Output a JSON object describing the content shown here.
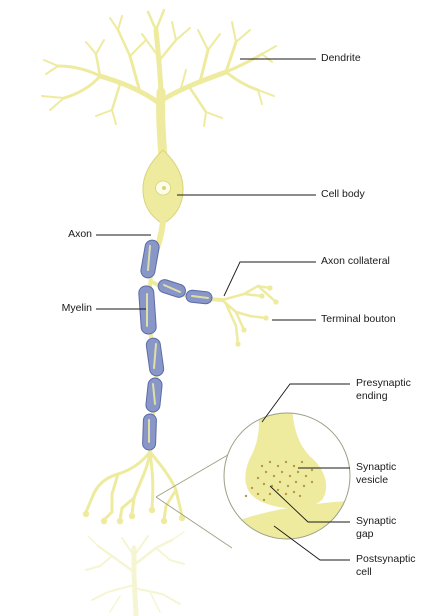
{
  "labels": {
    "dendrite": "Dendrite",
    "cell_body": "Cell body",
    "axon": "Axon",
    "axon_collateral": "Axon collateral",
    "myelin": "Myelin",
    "terminal_bouton": "Terminal bouton",
    "presynaptic_ending": [
      "Presynaptic",
      "ending"
    ],
    "synaptic_vesicle": [
      "Synaptic",
      "vesicle"
    ],
    "synaptic_gap": [
      "Synaptic",
      "gap"
    ],
    "postsynaptic_cell": [
      "Postsynaptic",
      "cell"
    ]
  },
  "colors": {
    "neuron": "#eeeb9f",
    "neuron_stroke": "#d8d47a",
    "myelin": "#8896c8",
    "myelin_stroke": "#5d6ba6",
    "nucleus": "#fdfce8",
    "leader_line": "#1a1a1a",
    "vesicle": "#b59a43"
  }
}
